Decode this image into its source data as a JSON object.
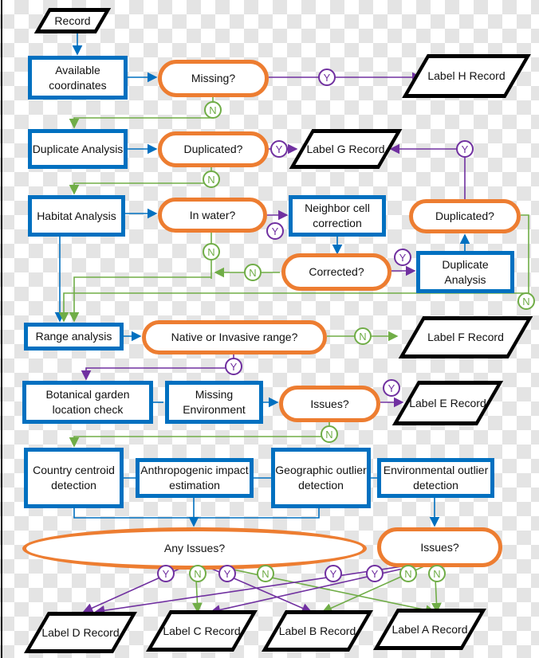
{
  "colors": {
    "process": "#0070c0",
    "decision": "#ed7d31",
    "yes": "#7030a0",
    "no": "#70ad47",
    "output": "#000000"
  },
  "nodes": {
    "record": "Record",
    "available_coordinates": "Available coordinates",
    "missing": "Missing?",
    "label_h": "Label H Record",
    "duplicate_analysis_1": "Duplicate Analysis",
    "duplicated_1": "Duplicated?",
    "label_g": "Label G Record",
    "habitat_analysis": "Habitat Analysis",
    "in_water": "In water?",
    "neighbor_cell": "Neighbor cell correction",
    "duplicated_2": "Duplicated?",
    "corrected": "Corrected?",
    "duplicate_analysis_2": "Duplicate Analysis",
    "range_analysis": "Range analysis",
    "native_invasive": "Native or Invasive range?",
    "label_f": "Label F Record",
    "botanical": "Botanical garden location check",
    "missing_env": "Missing Environment",
    "issues_1": "Issues?",
    "label_e": "Label E Record",
    "country_centroid": "Country centroid detection",
    "anthropogenic": "Anthropogenic impact estimation",
    "geographic_outlier": "Geographic outlier detection",
    "environmental_outlier": "Environmental outlier detection",
    "any_issues": "Any Issues?",
    "issues_2": "Issues?",
    "label_d": "Label D Record",
    "label_c": "Label C Record",
    "label_b": "Label B Record",
    "label_a": "Label A Record"
  },
  "yes": "Y",
  "no": "N"
}
